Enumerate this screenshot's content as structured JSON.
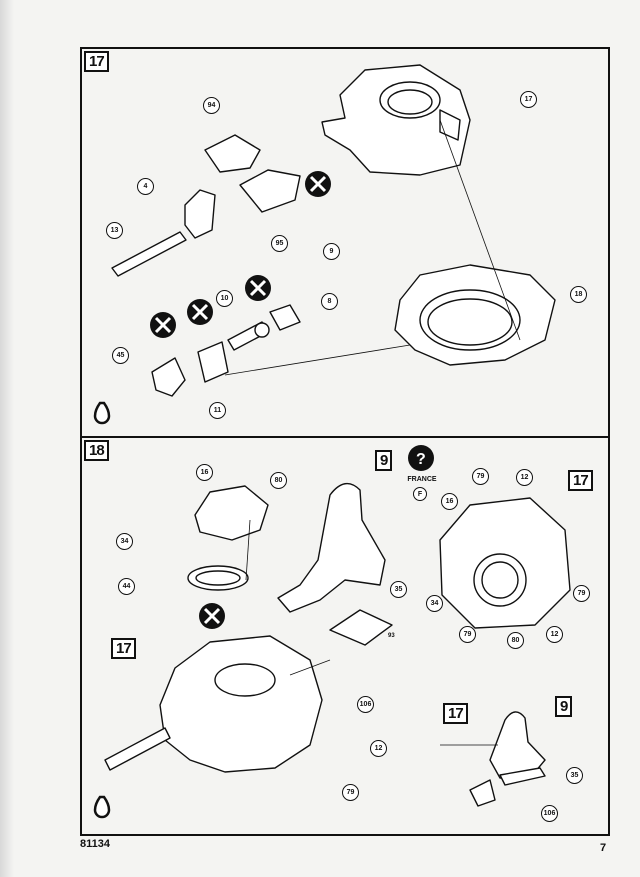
{
  "steps": {
    "top": {
      "number": "17"
    },
    "bottom": {
      "number": "18"
    }
  },
  "callouts_top": [
    "94",
    "17",
    "4",
    "13",
    "95",
    "9",
    "10",
    "8",
    "18",
    "45",
    "11"
  ],
  "callouts_bottom": [
    "16",
    "80",
    "34",
    "44",
    "35",
    "12",
    "79",
    "106",
    "93"
  ],
  "callouts_right": [
    "79",
    "12",
    "16",
    "79",
    "34",
    "79",
    "80",
    "12",
    "35",
    "106"
  ],
  "sub_refs": {
    "figure": "9",
    "turret_ref": "17"
  },
  "france_label": "FRANCE",
  "france_code": "F",
  "footer": {
    "code": "81134",
    "page": "7"
  }
}
